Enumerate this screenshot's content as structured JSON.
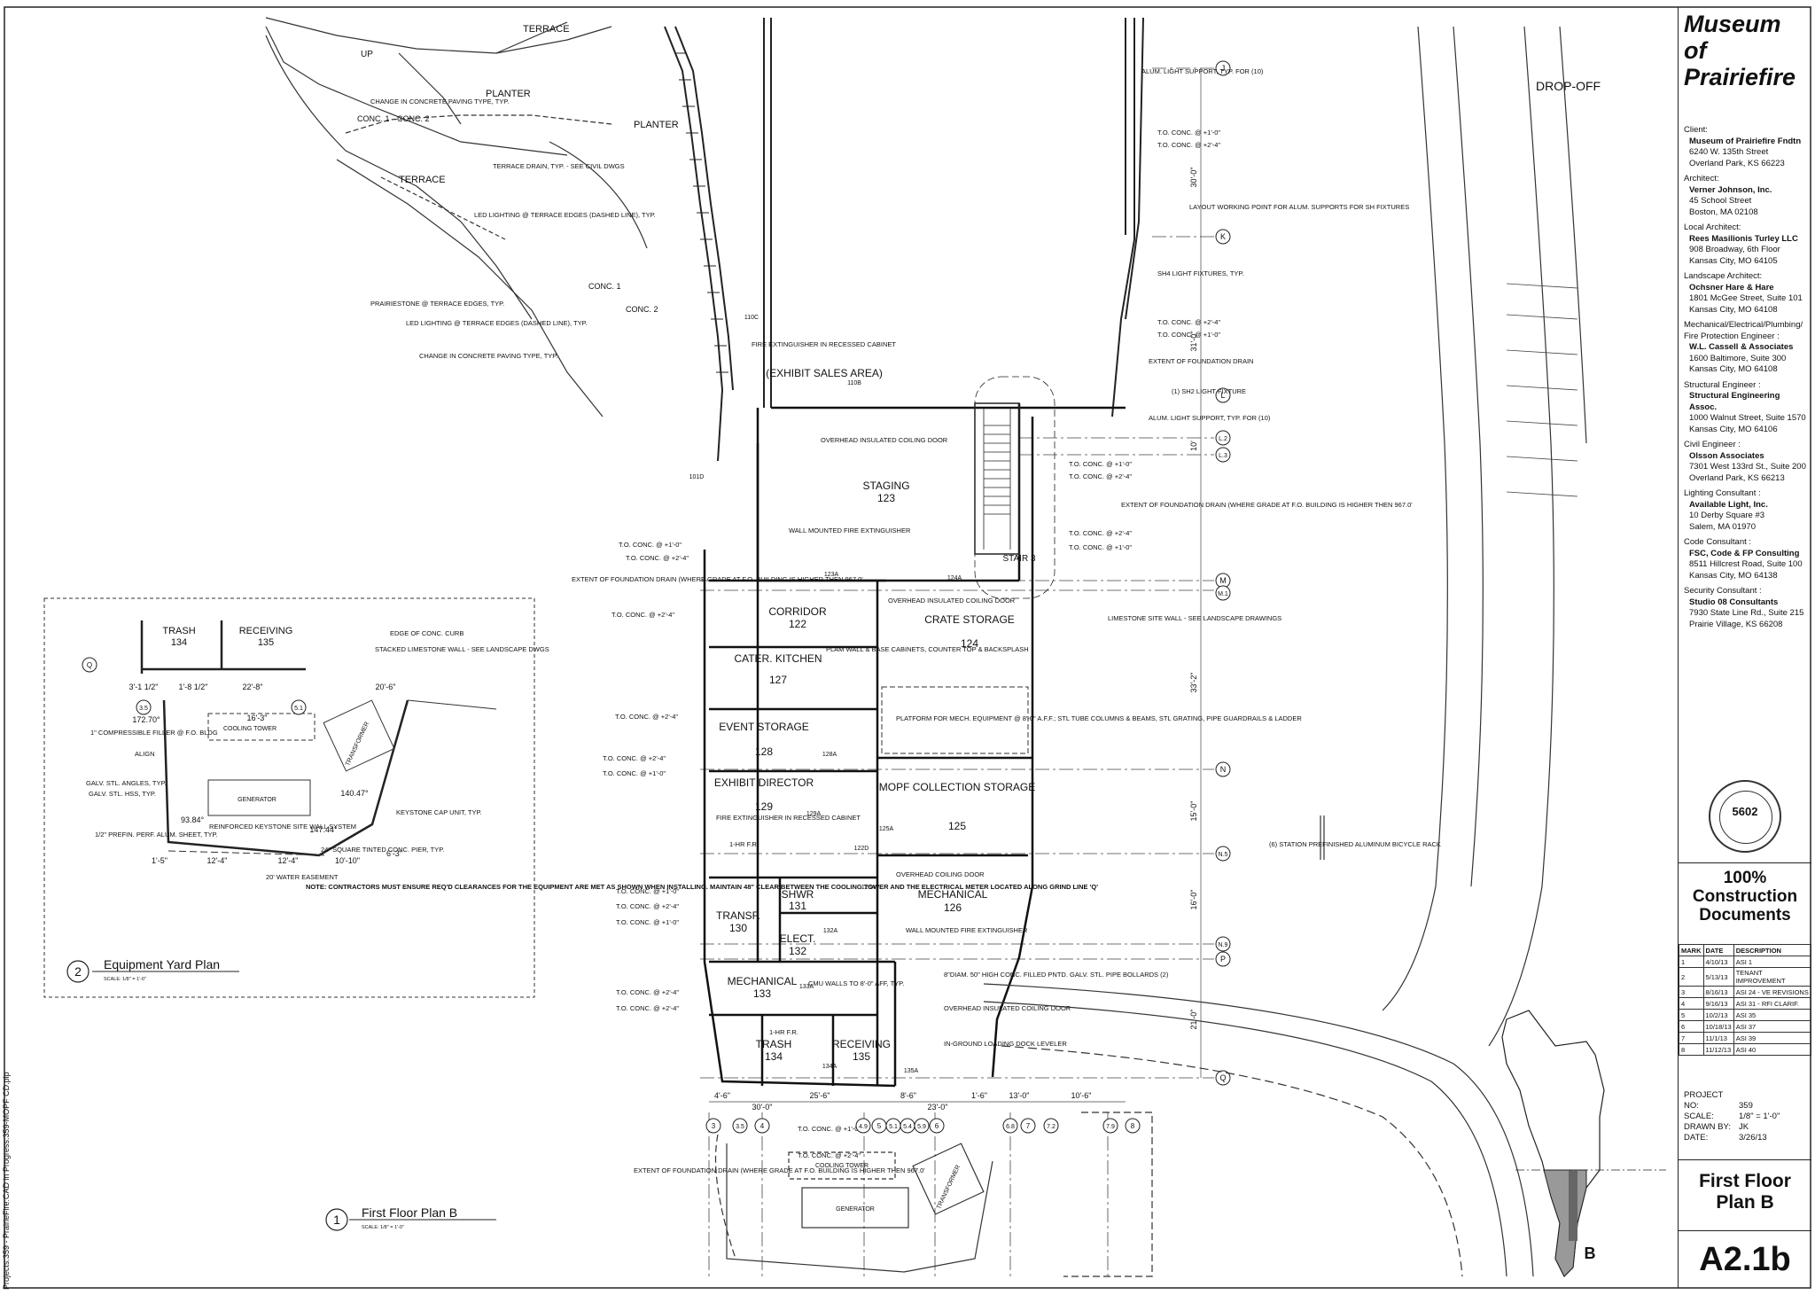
{
  "title_block": {
    "project_title": [
      "Museum",
      "of",
      "Prairiefire"
    ],
    "consultants": [
      {
        "role": "Client:",
        "firm": "Museum of Prairiefire Fndtn",
        "address": [
          "6240 W. 135th Street",
          "Overland Park, KS 66223"
        ]
      },
      {
        "role": "Architect:",
        "firm": "Verner Johnson, Inc.",
        "address": [
          "45 School Street",
          "Boston, MA 02108"
        ]
      },
      {
        "role": "Local Architect:",
        "firm": "Rees Masilionis Turley LLC",
        "address": [
          "908 Broadway, 6th Floor",
          "Kansas City, MO 64105"
        ]
      },
      {
        "role": "Landscape Architect:",
        "firm": "Ochsner Hare & Hare",
        "address": [
          "1801 McGee Street, Suite 101",
          "Kansas City, MO 64108"
        ]
      },
      {
        "role": "Mechanical/Electrical/Plumbing/ Fire Protection Engineer :",
        "firm": "W.L. Cassell & Associates",
        "address": [
          "1600 Baltimore, Suite 300",
          "Kansas City, MO 64108"
        ]
      },
      {
        "role": "Structural Engineer :",
        "firm": "Structural Engineering Assoc.",
        "address": [
          "1000 Walnut Street, Suite 1570",
          "Kansas City, MO 64106"
        ]
      },
      {
        "role": "Civil Engineer :",
        "firm": "Olsson Associates",
        "address": [
          "7301 West 133rd St., Suite 200",
          "Overland Park, KS 66213"
        ]
      },
      {
        "role": "Lighting Consultant :",
        "firm": "Available Light, Inc.",
        "address": [
          "10 Derby Square #3",
          "Salem, MA 01970"
        ]
      },
      {
        "role": "Code Consultant :",
        "firm": "FSC, Code & FP Consulting",
        "address": [
          "8511 Hillcrest Road, Suite 100",
          "Kansas City, MO 64138"
        ]
      },
      {
        "role": "Security Consultant :",
        "firm": "Studio 08 Consultants",
        "address": [
          "7930 State Line Rd., Suite 215",
          "Prairie Village, KS 66208"
        ]
      }
    ],
    "seal_number": "5602",
    "status": [
      "100%",
      "Construction",
      "Documents"
    ],
    "revision_headers": [
      "MARK",
      "DATE",
      "DESCRIPTION"
    ],
    "revisions": [
      {
        "mark": "1",
        "date": "4/10/13",
        "desc": "ASI 1"
      },
      {
        "mark": "2",
        "date": "5/13/13",
        "desc": "TENANT IMPROVEMENT"
      },
      {
        "mark": "3",
        "date": "8/16/13",
        "desc": "ASI 24 - VE REVISIONS"
      },
      {
        "mark": "4",
        "date": "9/16/13",
        "desc": "ASI 31 - RFI CLARIF."
      },
      {
        "mark": "5",
        "date": "10/2/13",
        "desc": "ASI 35"
      },
      {
        "mark": "6",
        "date": "10/18/13",
        "desc": "ASI 37"
      },
      {
        "mark": "7",
        "date": "11/1/13",
        "desc": "ASI 39"
      },
      {
        "mark": "8",
        "date": "11/12/13",
        "desc": "ASI 40"
      }
    ],
    "project_info": [
      {
        "k": "PROJECT NO:",
        "v": "359"
      },
      {
        "k": "SCALE:",
        "v": "1/8\" = 1'-0\""
      },
      {
        "k": "DRAWN BY:",
        "v": "JK"
      },
      {
        "k": "DATE:",
        "v": "3/26/13"
      }
    ],
    "sheet_title": [
      "First Floor",
      "Plan B"
    ],
    "sheet_number": "A2.1b",
    "key_plan_label": "B"
  },
  "side_path": "Projects:359 - PrairieFire:CAD in Progress:359-MOPF CD.plp",
  "drawings": {
    "main_title": "First Floor Plan B",
    "main_number": "1",
    "detail_title": "Equipment Yard Plan",
    "detail_number": "2",
    "scale_note": "SCALE: 1/8\" = 1'-0\""
  },
  "rooms": [
    {
      "name": "STAGING",
      "number": "123"
    },
    {
      "name": "CORRIDOR",
      "number": "122"
    },
    {
      "name": "CRATE STORAGE",
      "number": "124"
    },
    {
      "name": "CATER. KITCHEN",
      "number": "127"
    },
    {
      "name": "EVENT STORAGE",
      "number": "128"
    },
    {
      "name": "EXHIBIT DIRECTOR",
      "number": "129"
    },
    {
      "name": "MOPF COLLECTION STORAGE",
      "number": "125"
    },
    {
      "name": "MECHANICAL",
      "number": "126"
    },
    {
      "name": "TRANSF.",
      "number": "130"
    },
    {
      "name": "SHWR",
      "number": "131"
    },
    {
      "name": "ELECT.",
      "number": "132"
    },
    {
      "name": "MECHANICAL",
      "number": "133"
    },
    {
      "name": "TRASH",
      "number": "134"
    },
    {
      "name": "RECEIVING",
      "number": "135"
    }
  ],
  "site_labels": {
    "terrace_top": "TERRACE",
    "terrace_left": "TERRACE",
    "planter_1": "PLANTER",
    "planter_2": "PLANTER",
    "drop_off": "DROP-OFF",
    "exhibit_sales": "(EXHIBIT SALES AREA)",
    "stair": "STAIR 3",
    "up": "UP",
    "conc1": "CONC. 1",
    "conc2": "CONC. 2",
    "cooling_tower": "COOLING TOWER",
    "generator": "GENERATOR",
    "transformer": "TRANSFORMER"
  },
  "notes": {
    "change_paving": "CHANGE IN CONCRETE PAVING TYPE, TYP.",
    "terrace_drain": "TERRACE DRAIN, TYP. - SEE CIVIL DWGS",
    "led_terrace": "LED LIGHTING @ TERRACE EDGES (DASHED LINE), TYP.",
    "prairiestone": "PRAIRIESTONE @ TERRACE EDGES, TYP.",
    "alum_light": "ALUM. LIGHT SUPPORT, TYP. FOR (10)",
    "to_conc_1": "T.O. CONC. @ +1'-0\"",
    "to_conc_2": "T.O. CONC. @ +2'-4\"",
    "layout_wp": "LAYOUT WORKING POINT FOR ALUM. SUPPORTS FOR SH FIXTURES",
    "sh4": "SH4 LIGHT FIXTURES, TYP.",
    "extent_drain": "EXTENT OF FOUNDATION DRAIN",
    "sh2": "(1) SH2 LIGHT FIXTURE",
    "fire_ext_cab": "FIRE EXTINGUISHER IN RECESSED CABINET",
    "overhead_ins": "OVERHEAD INSULATED COILING DOOR",
    "wall_fire_ext": "WALL MOUNTED FIRE EXTINGUISHER",
    "extent_drain_grade": "EXTENT OF FOUNDATION DRAIN (WHERE GRADE AT F.O. BUILDING IS HIGHER THEN 967.0'",
    "limestone": "LIMESTONE SITE WALL - SEE LANDSCAPE DRAWINGS",
    "plam": "PLAM WALL & BASE CABINETS, COUNTER TOP & BACKSPLASH",
    "platform": "PLATFORM FOR MECH. EQUIPMENT @ 8'-0\" A.F.F.; STL TUBE COLUMNS & BEAMS, STL GRATING, PIPE GUARDRAILS & LADDER",
    "bike_rack": "(6) STATION PREFINISHED ALUMINUM BICYCLE RACK",
    "overhead_coil": "OVERHEAD COILING DOOR",
    "bollards": "8\"DIAM. 50\" HIGH CONC. FILLED PNTD. GALV. STL. PIPE BOLLARDS (2)",
    "cmu": "CMU WALLS TO 8'-0\" AFF, TYP.",
    "dock": "IN-GROUND LOADING DOCK LEVELER",
    "one_hr": "1-HR F.R.",
    "contractor_note": "NOTE: CONTRACTORS MUST ENSURE REQ'D CLEARANCES FOR THE EQUIPMENT ARE MET AS SHOWN WHEN INSTALLING. MAINTAIN 48\" CLEAR BETWEEN THE COOLING TOWER AND THE ELECTRICAL METER LOCATED ALONG GRIND LINE 'Q'",
    "edge_curb": "EDGE OF CONC. CURB",
    "stacked_limestone": "STACKED LIMESTONE WALL - SEE LANDSCAPE DWGS",
    "compressible": "1\" COMPRESSIBLE FILLER @ F.O. BLDG",
    "align": "ALIGN",
    "galv_angles": "GALV. STL. ANGLES, TYP.",
    "galv_hss": "GALV. STL. HSS, TYP.",
    "perf_sheet": "1/2\" PREFIN. PERF. ALUM. SHEET, TYP.",
    "keystone_wall": "REINFORCED KEYSTONE SITE WALL SYSTEM",
    "keystone_cap": "KEYSTONE CAP UNIT, TYP.",
    "conc_pier": "24\" SQUARE TINTED CONC. PIER, TYP.",
    "water_easement": "20' WATER EASEMENT"
  },
  "grid_letters": [
    "J",
    "K",
    "L",
    "L.2",
    "L.3",
    "M",
    "M.1",
    "N",
    "N.5",
    "N.9",
    "P",
    "Q"
  ],
  "grid_numbers": [
    "3",
    "3.5",
    "4",
    "4.9",
    "5",
    "5.1",
    "5.4",
    "5.9",
    "6",
    "6.8",
    "7",
    "7.2",
    "7.9",
    "8"
  ],
  "detail_grid": [
    "Q",
    "3.5",
    "5.1"
  ],
  "dims": {
    "d30a": "30'-0\"",
    "d30b": "30'-0\"",
    "d31": "31'-0\"",
    "d33": "33'-2\"",
    "d15": "15'-0\"",
    "d16": "16'-0\"",
    "d21": "21'-0\"",
    "d10": "10'",
    "d255": "25'-6\"",
    "d23": "23'-0\"",
    "d13": "13'-0\"",
    "d106": "10'-6\"",
    "d46": "4'-6\"",
    "d86": "8'-6\"",
    "d16b": "1'-6\"",
    "e1": "3'-1 1/2\"",
    "e2": "1'-8 1/2\"",
    "e3": "22'-8\"",
    "e4": "20'-6\"",
    "e5": "16'-3\"",
    "e6": "12'-4\"",
    "e7": "12'-4\"",
    "e8": "10'-10\"",
    "e9": "6'-3\"",
    "e10": "1'-5\"",
    "a1": "172.70°",
    "a2": "140.47°",
    "a3": "93.84°",
    "a4": "147.44°"
  },
  "doors": [
    "110C",
    "110B",
    "101D",
    "123A",
    "124A",
    "128A",
    "129A",
    "125A",
    "126A",
    "122D",
    "132A",
    "133A",
    "134A",
    "135A"
  ]
}
